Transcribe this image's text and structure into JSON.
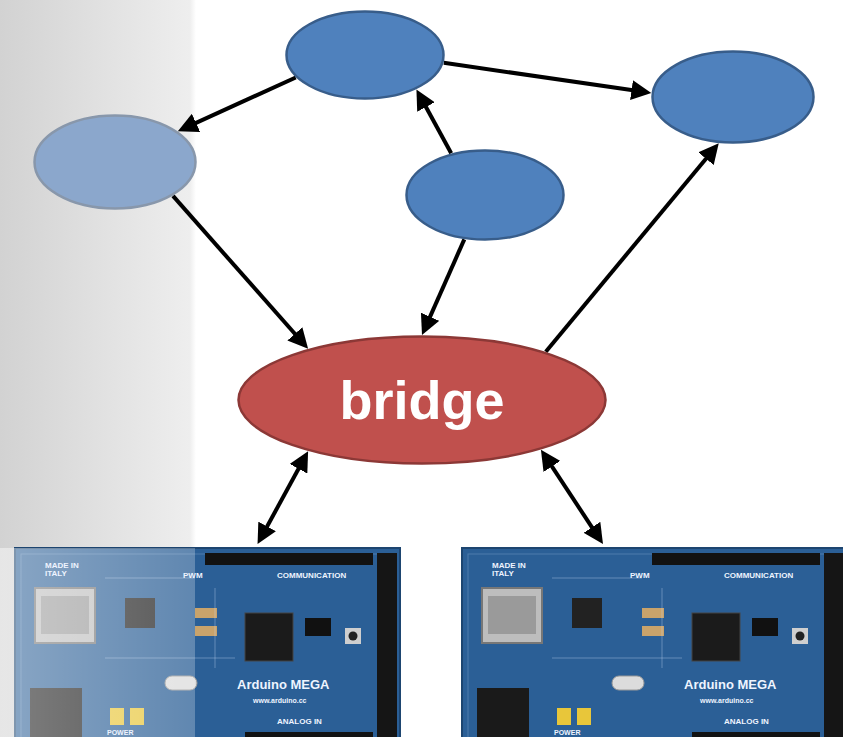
{
  "diagram": {
    "nodes": [
      {
        "text": []
      },
      {
        "text": []
      },
      {
        "text": []
      },
      {
        "text": []
      },
      {
        "text": [
          "bridge"
        ]
      },
      {
        "text": [
          "MADE IN ITALY",
          "PWM",
          "COMMUNICATION",
          "Arduino MEGA",
          "www.arduino.cc",
          "POWER",
          "ANALOG IN"
        ]
      },
      {
        "text": [
          "MADE IN ITALY",
          "PWM",
          "COMMUNICATION",
          "Arduino MEGA",
          "www.arduino.cc",
          "POWER",
          "ANALOG IN"
        ]
      }
    ],
    "edges": [
      {
        "from": 0,
        "to": 1,
        "arrow": "to"
      },
      {
        "from": 0,
        "to": 2,
        "arrow": "to"
      },
      {
        "from": 3,
        "to": 0,
        "arrow": "to"
      },
      {
        "from": 2,
        "to": 4,
        "arrow": "to"
      },
      {
        "from": 3,
        "to": 4,
        "arrow": "to"
      },
      {
        "from": 4,
        "to": 1,
        "arrow": "to"
      },
      {
        "from": 4,
        "to": 5,
        "arrow": "both"
      },
      {
        "from": 4,
        "to": 6,
        "arrow": "both"
      }
    ]
  }
}
